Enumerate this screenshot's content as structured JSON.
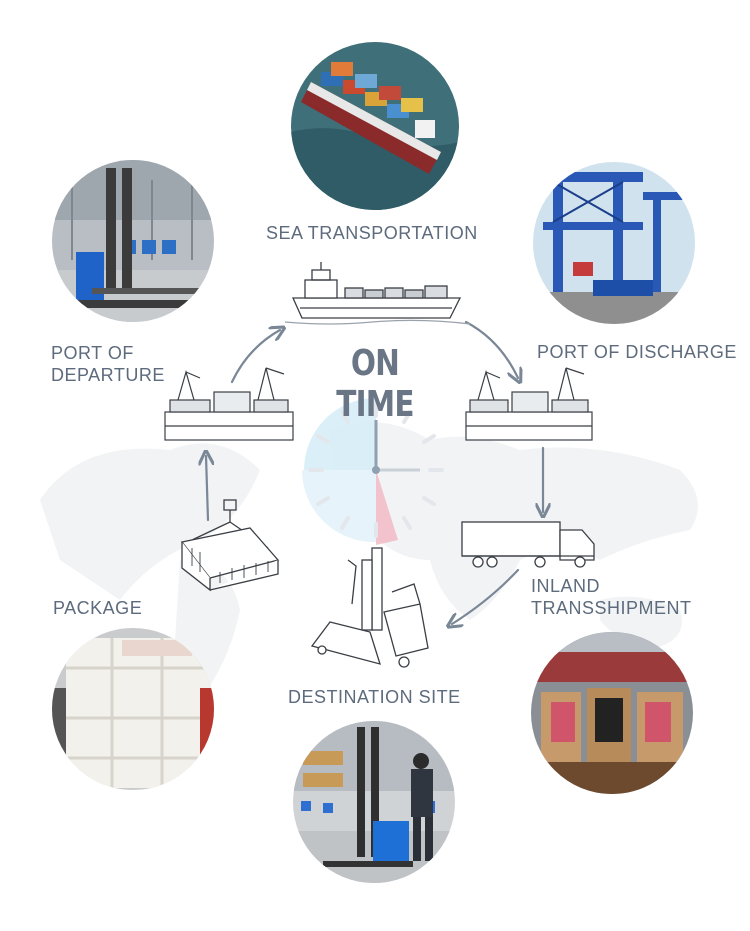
{
  "headline": "ON TIME",
  "stages": {
    "sea": "SEA TRANSPORTATION",
    "departure": [
      "PORT OF",
      "DEPARTURE"
    ],
    "discharge": "PORT OF DISCHARGE",
    "package": "PACKAGE",
    "inland": [
      "INLAND",
      "TRANSSHIPMENT"
    ],
    "destination": "DESTINATION SITE"
  },
  "photos": {
    "sea": "container-ship-photo",
    "departure": "warehouse-stacker-photo",
    "discharge": "port-crane-photo",
    "package": "wooden-crate-photo",
    "inland": "packed-machines-photo",
    "destination": "operator-stacker-photo"
  },
  "colors": {
    "label": "#5d6b7d",
    "arrow": "#7a8796",
    "clock_blue": "#cfe7f4",
    "clock_pink": "#f2b6c2"
  }
}
